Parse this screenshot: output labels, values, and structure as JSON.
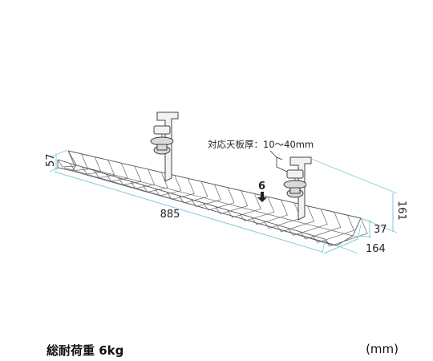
{
  "dimensions": {
    "length": "885",
    "height_left": "57",
    "height_total": "161",
    "height_inner": "37",
    "depth": "164",
    "gap": "6"
  },
  "annotation": {
    "table_thickness": "対応天板厚：10〜40mm"
  },
  "footer": {
    "load_label": "総耐荷重 6kg",
    "unit": "(mm)"
  },
  "colors": {
    "dimension_line": "#7fcbd8",
    "drawing_line": "#555555"
  }
}
